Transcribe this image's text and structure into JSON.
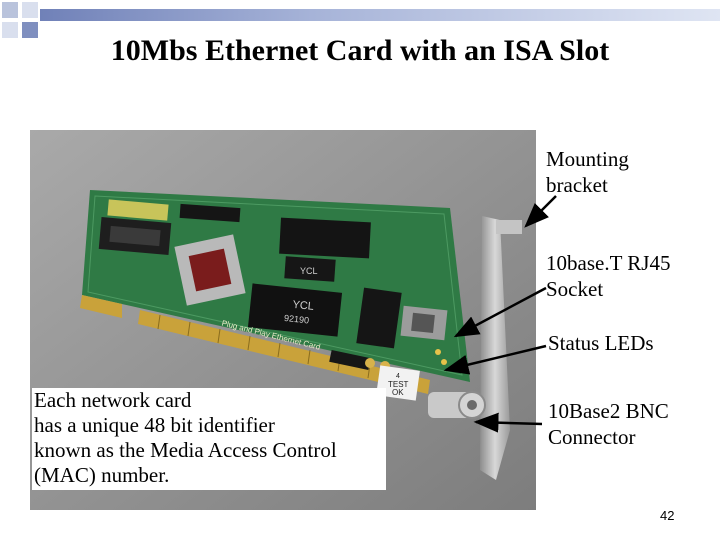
{
  "slide": {
    "title": "10Mbs Ethernet Card with an ISA Slot",
    "page_number": "42"
  },
  "labels": {
    "mounting_line1": "Mounting",
    "mounting_line2": "bracket",
    "rj45_line1": "10base.T RJ45",
    "rj45_line2": "Socket",
    "leds": "Status LEDs",
    "bnc_line1": "10Base2 BNC",
    "bnc_line2": "Connector"
  },
  "caption": {
    "line1": "Each network card",
    "line2": "has a unique 48 bit identifier",
    "line3": "known as the Media Access Control",
    "line4": "(MAC) number."
  },
  "photo_text": {
    "chip1_line1": "YCL",
    "chip1_line2": "92190",
    "chip2": "YCL",
    "sticker_line1": "4",
    "sticker_line2": "TEST",
    "sticker_line3": "OK",
    "board_text": "Plug and Play Ethernet Card"
  },
  "colors": {
    "board": "#2f7a45",
    "bracket": "#b8b8b8",
    "background": "#ffffff"
  }
}
